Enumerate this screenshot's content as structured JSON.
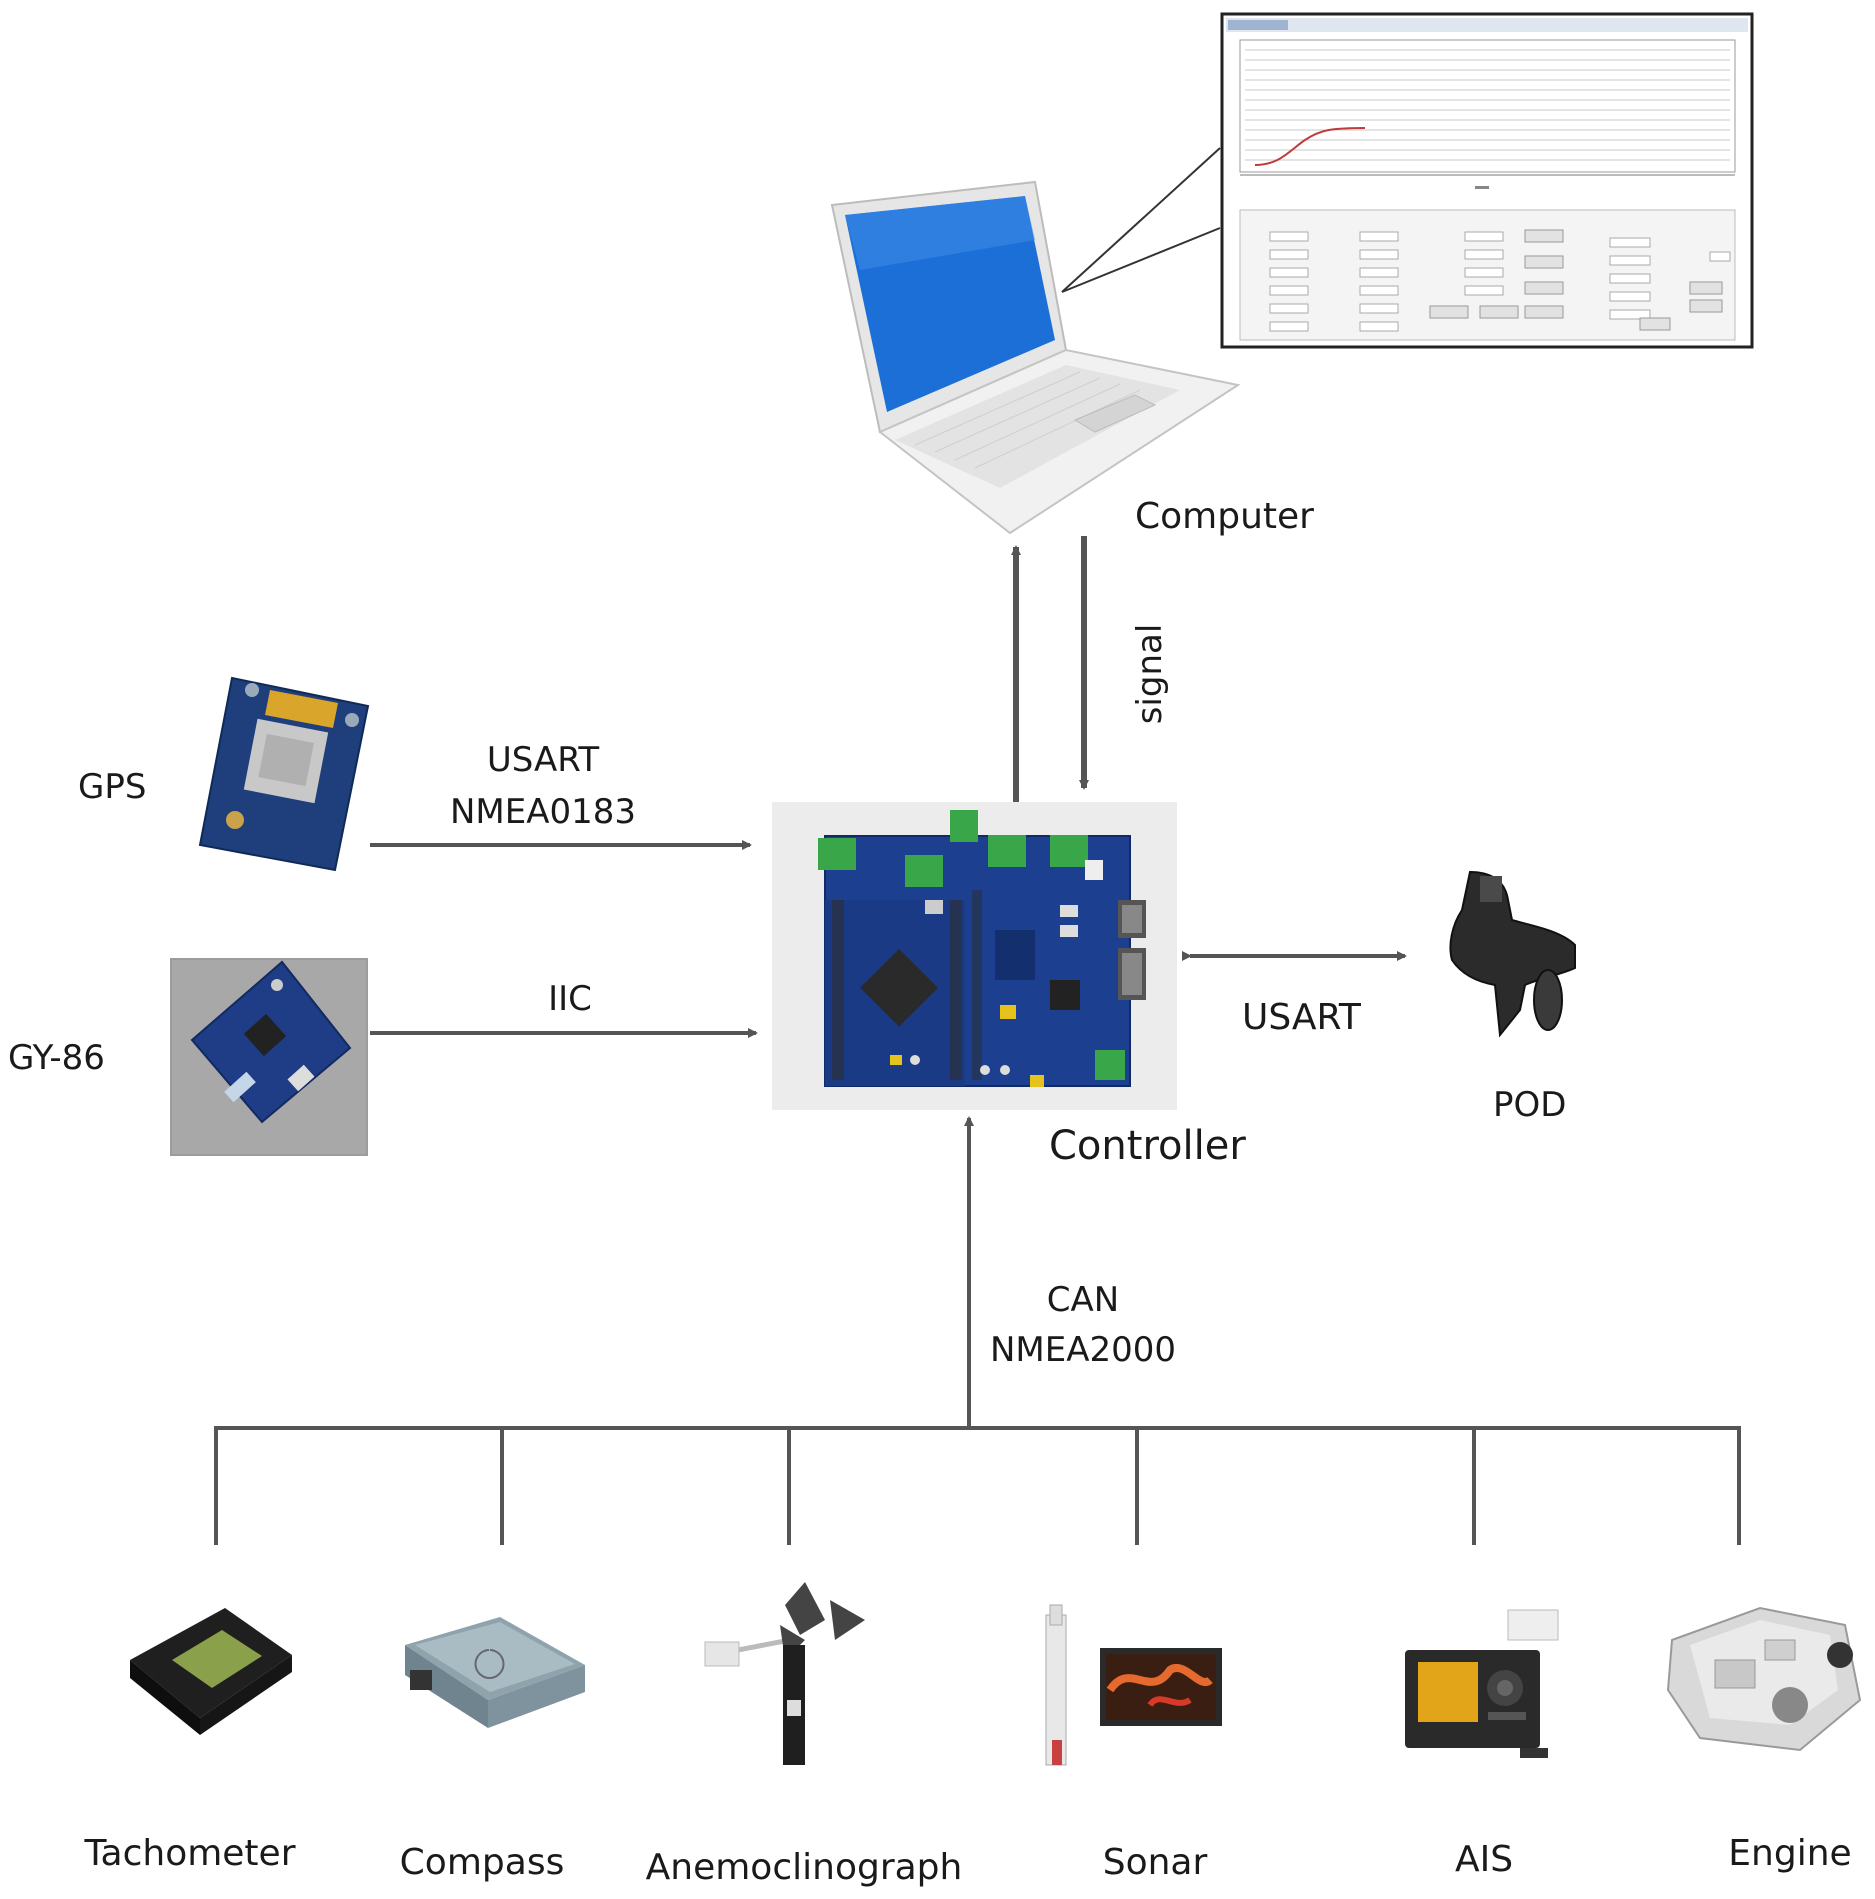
{
  "labels": {
    "computer": "Computer",
    "signal": "signal",
    "gps": "GPS",
    "gy86": "GY-86",
    "usart_top": "USART",
    "nmea0183": "NMEA0183",
    "iic": "IIC",
    "controller": "Controller",
    "usart_pod": "USART",
    "pod": "POD",
    "can": "CAN",
    "nmea2000": "NMEA2000"
  },
  "devices": [
    {
      "name": "Tachometer"
    },
    {
      "name": "Compass"
    },
    {
      "name": "Anemoclinograph"
    },
    {
      "name": "Sonar"
    },
    {
      "name": "AIS"
    },
    {
      "name": "Engine"
    }
  ],
  "colors": {
    "arrow": "#555555",
    "pcb_blue": "#1c3f8f",
    "terminal_green": "#3aa64a",
    "screen_blue": "#1b6fd6"
  },
  "icons": [
    "laptop-icon",
    "software-window-icon",
    "gps-module-icon",
    "gy86-module-icon",
    "controller-board-icon",
    "pod-thruster-icon",
    "tachometer-icon",
    "compass-icon",
    "anemometer-icon",
    "sonar-icon",
    "ais-icon",
    "engine-icon"
  ]
}
